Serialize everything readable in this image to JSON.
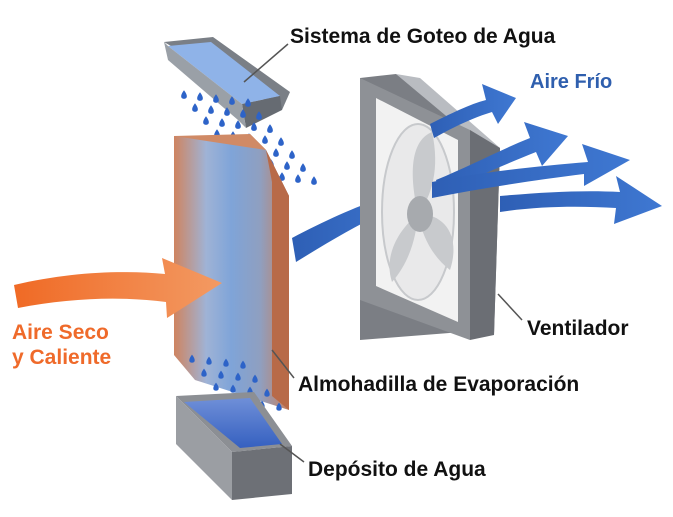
{
  "labels": {
    "drip_system": "Sistema de Goteo de Agua",
    "cold_air": "Aire Frío",
    "dry_air_line1": "Aire Seco",
    "dry_air_line2": "y Caliente",
    "fan": "Ventilador",
    "pad": "Almohadilla de Evaporación",
    "tank": "Depósito de Agua"
  },
  "colors": {
    "cold_air": "#2f5fae",
    "warm_air": "#ef6a2a",
    "pad": "#c4785a",
    "water": "#2d63c8",
    "frame": "#8c8f94"
  }
}
